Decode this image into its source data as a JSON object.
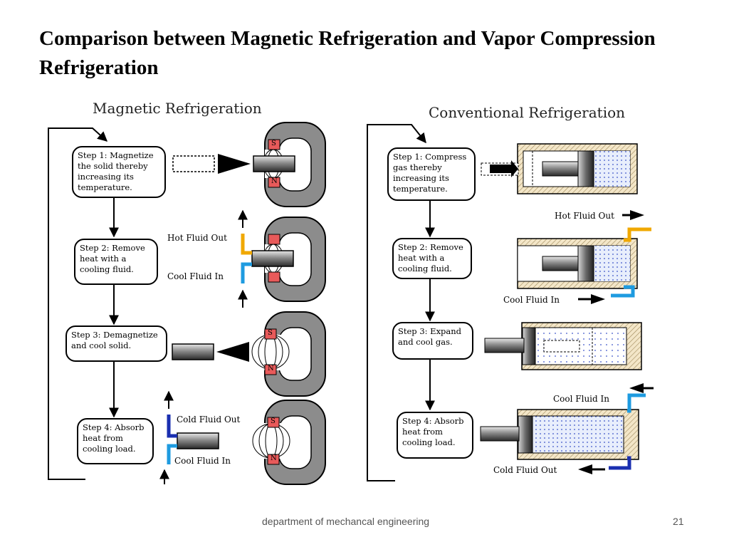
{
  "slide": {
    "title": "Comparison  between Magnetic Refrigeration and Vapor Compression Refrigeration",
    "footer": "department of mechancal engineering",
    "page_number": "21"
  },
  "magnetic": {
    "heading": "Magnetic Refrigeration",
    "steps": [
      "Step 1: Magnetize\nthe solid thereby\nincreasing its\ntemperature.",
      "Step 2: Remove\nheat with a\ncooling fluid.",
      "Step 3: Demagnetize\nand cool solid.",
      "Step 4: Absorb\nheat from\ncooling load."
    ],
    "labels": {
      "hot_out": "Hot Fluid Out",
      "cool_in": "Cool Fluid In",
      "cold_out": "Cold Fluid Out",
      "cool_in_2": "Cool Fluid In"
    },
    "pole_s": "S",
    "pole_n": "N"
  },
  "conventional": {
    "heading": "Conventional Refrigeration",
    "steps": [
      "Step 1: Compress\ngas thereby\nincreasing its\ntemperature.",
      "Step 2: Remove\nheat with a\ncooling fluid.",
      "Step 3: Expand\nand cool gas.",
      "Step 4: Absorb\nheat from\ncooling load."
    ],
    "labels": {
      "hot_out": "Hot Fluid Out",
      "cool_in": "Cool Fluid In",
      "cool_in_2": "Cool Fluid In",
      "cold_out": "Cold Fluid Out"
    }
  },
  "colors": {
    "hot_fluid": "#f0a800",
    "cool_fluid": "#1e9be0",
    "cold_fluid": "#1a2fb0",
    "magnet": "#8c8c8c",
    "pole": "#e85a5a"
  }
}
